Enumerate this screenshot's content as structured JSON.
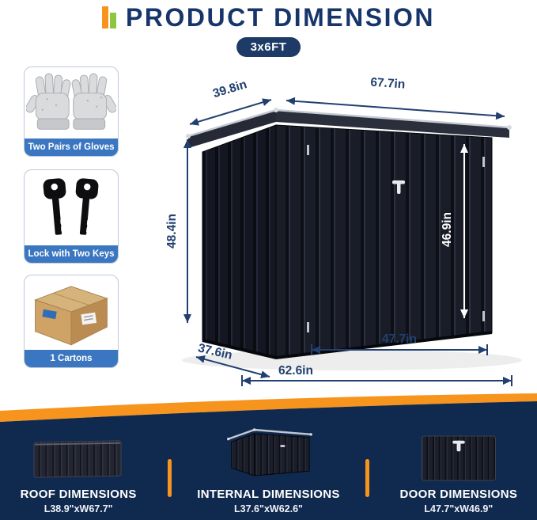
{
  "header": {
    "title": "PRODUCT DIMENSION"
  },
  "badge": {
    "label": "3x6FT"
  },
  "features": [
    {
      "icon": "gloves-icon",
      "label": "Two Pairs of Gloves"
    },
    {
      "icon": "keys-icon",
      "label": "Lock with Two Keys"
    },
    {
      "icon": "carton-icon",
      "label": "1 Cartons"
    }
  ],
  "dims": {
    "roof_depth": "39.8in",
    "roof_width": "67.7in",
    "height": "48.4in",
    "inner_height": "46.9in",
    "base_depth": "37.6in",
    "door_width": "47.7in",
    "base_width": "62.6in"
  },
  "footer": {
    "items": [
      {
        "title": "ROOF DIMENSIONS",
        "value": "L38.9\"xW67.7\""
      },
      {
        "title": "INTERNAL DIMENSIONS",
        "value": "L37.6\"xW62.6\""
      },
      {
        "title": "DOOR DIMENSIONS",
        "value": "L47.7\"xW46.9\""
      }
    ]
  },
  "colors": {
    "navy_text": "#17356b",
    "dim_line": "#214070",
    "accent_orange": "#f7941d",
    "accent_green": "#8dc63f",
    "label_blue": "#3b76c0",
    "footer_navy": "#10294f",
    "shed_dark": "#1a1d28"
  }
}
